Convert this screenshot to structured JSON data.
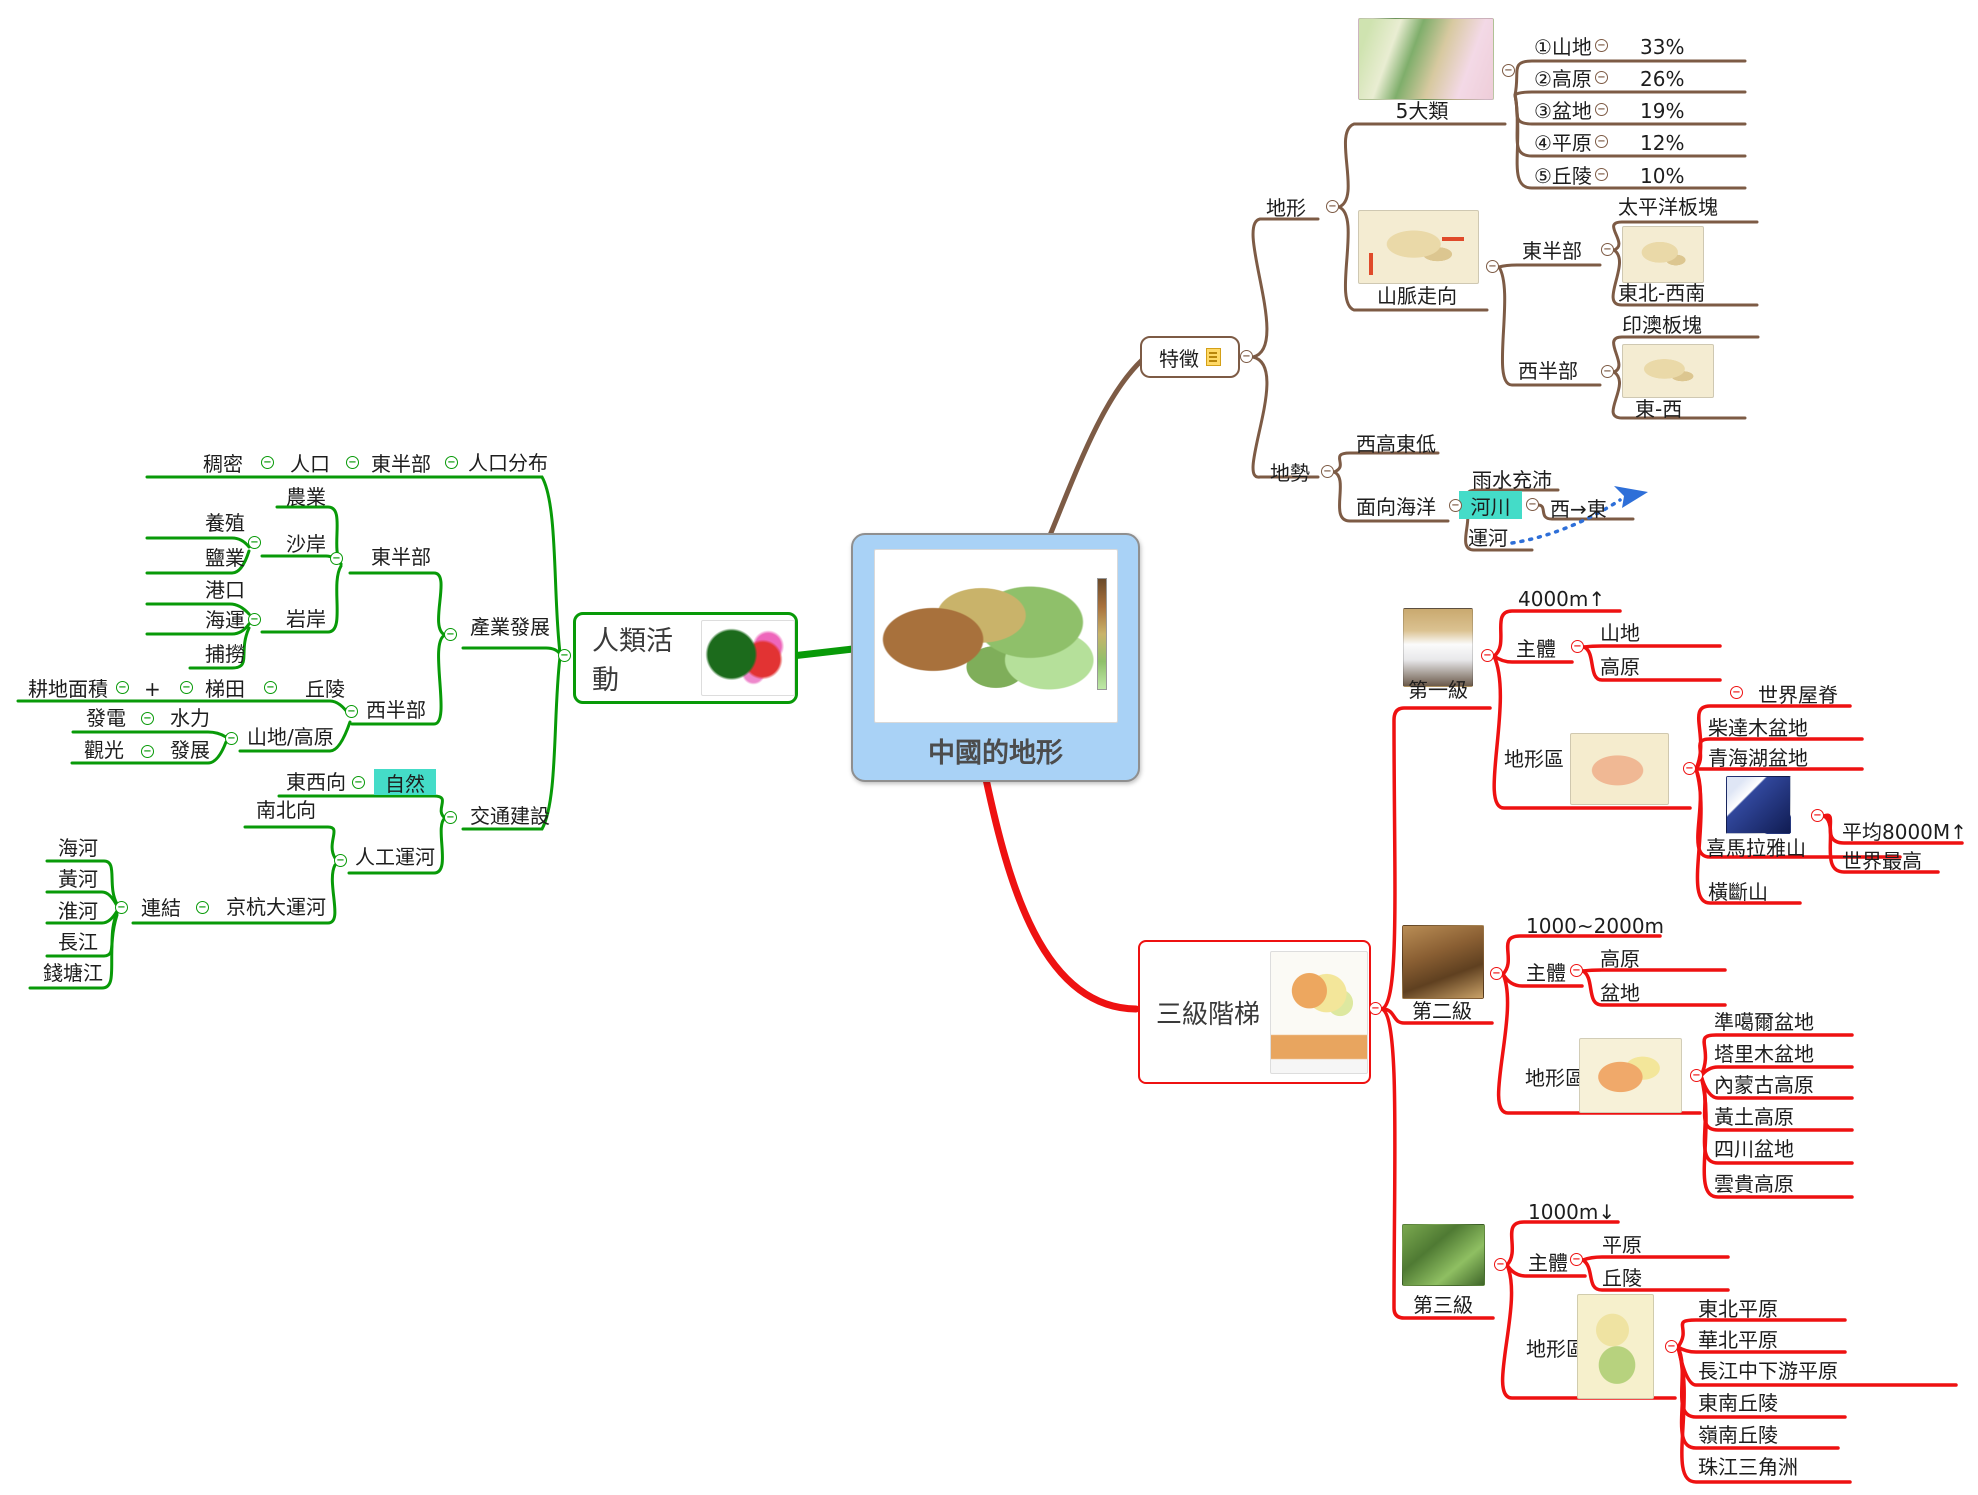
{
  "colors": {
    "feature_branch": "#7d5b45",
    "human_branch": "#089a08",
    "steps_branch": "#ee1111",
    "highlight": "#44dcc8",
    "canal_arrow": "#2e6fd8",
    "center_bg": "#a9d2f6"
  },
  "center": {
    "title": "中國的地形"
  },
  "feature": {
    "label": "特徵",
    "terrain": {
      "label": "地形",
      "five": {
        "label": "5大類",
        "items": [
          {
            "name": "①山地",
            "pct": "33%"
          },
          {
            "name": "②高原",
            "pct": "26%"
          },
          {
            "name": "③盆地",
            "pct": "19%"
          },
          {
            "name": "④平原",
            "pct": "12%"
          },
          {
            "name": "⑤丘陵",
            "pct": "10%"
          }
        ]
      },
      "trend": {
        "label": "山脈走向",
        "east": {
          "label": "東半部",
          "plate": "太平洋板塊",
          "dir": "東北-西南"
        },
        "west": {
          "label": "西半部",
          "plate": "印澳板塊",
          "dir": "東-西"
        }
      }
    },
    "relief": {
      "label": "地勢",
      "west_high": "西高東低",
      "ocean": {
        "label": "面向海洋",
        "rain": "雨水充沛",
        "river": {
          "label": "河川",
          "dir": "西→東"
        },
        "canal": "運河"
      }
    }
  },
  "human": {
    "label": "人類活動",
    "population": {
      "label": "人口分布",
      "east": "東半部",
      "pop": "人口",
      "dense": "稠密"
    },
    "industry": {
      "label": "產業發展",
      "east": {
        "label": "東半部",
        "agri": "農業",
        "sandy": {
          "label": "沙岸",
          "items": [
            "養殖",
            "鹽業"
          ]
        },
        "rocky": {
          "label": "岩岸",
          "items": [
            "港口",
            "海運",
            "捕撈"
          ]
        }
      },
      "west": {
        "label": "西半部",
        "hills": {
          "farmland": "耕地面積",
          "plus": "+",
          "terrace": "梯田",
          "label": "丘陵"
        },
        "mtn": {
          "label": "山地/高原",
          "power": "發電",
          "hydro": "水力",
          "tour": "觀光",
          "dev": "發展"
        }
      }
    },
    "transport": {
      "label": "交通建設",
      "natural": {
        "label": "自然",
        "dir": "東西向"
      },
      "canal": {
        "label": "人工運河",
        "dir": "南北向",
        "grand": {
          "label": "京杭大運河",
          "connect": "連結",
          "rivers": [
            "海河",
            "黃河",
            "淮河",
            "長江",
            "錢塘江"
          ]
        }
      }
    }
  },
  "steps": {
    "label": "三級階梯",
    "first": {
      "label": "第一級",
      "alt": "4000m↑",
      "main": {
        "label": "主體",
        "items": [
          "山地",
          "高原"
        ]
      },
      "regions": {
        "label": "地形區",
        "roof": "世界屋脊",
        "items": [
          "柴達木盆地",
          "青海湖盆地"
        ],
        "himalaya": {
          "label": "喜馬拉雅山",
          "facts": [
            "平均8000M↑",
            "世界最高"
          ]
        },
        "hengduan": "橫斷山"
      }
    },
    "second": {
      "label": "第二級",
      "alt": "1000~2000m",
      "main": {
        "label": "主體",
        "items": [
          "高原",
          "盆地"
        ]
      },
      "regions": {
        "label": "地形區",
        "items": [
          "準噶爾盆地",
          "塔里木盆地",
          "內蒙古高原",
          "黃土高原",
          "四川盆地",
          "雲貴高原"
        ]
      }
    },
    "third": {
      "label": "第三級",
      "alt": "1000m↓",
      "main": {
        "label": "主體",
        "items": [
          "平原",
          "丘陵"
        ]
      },
      "regions": {
        "label": "地形區",
        "items": [
          "東北平原",
          "華北平原",
          "長江中下游平原",
          "東南丘陵",
          "嶺南丘陵",
          "珠江三角洲"
        ]
      }
    }
  }
}
